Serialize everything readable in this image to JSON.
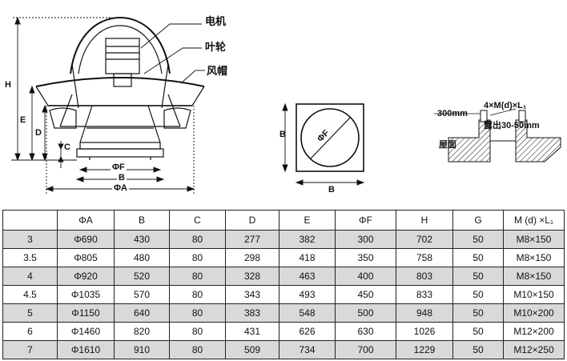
{
  "labels": {
    "motor": "电机",
    "impeller": "叶轮",
    "hood": "风帽",
    "H": "H",
    "E": "E",
    "D": "D",
    "C": "C",
    "PhiF": "ΦF",
    "B_front": "B",
    "PhiA": "ΦA",
    "B_side": "B",
    "B_bottom": "B",
    "PhiF_top": "ΦF",
    "bolt": "4×M(d)×L₁",
    "mm300": "300mm",
    "expose": "露出30-50mm",
    "roof": "屋面"
  },
  "table": {
    "headers": [
      "",
      "ΦA",
      "B",
      "C",
      "D",
      "E",
      "ΦF",
      "H",
      "G",
      "M (d) ×L₁"
    ],
    "rows": [
      [
        "3",
        "Φ690",
        "430",
        "80",
        "277",
        "382",
        "300",
        "702",
        "50",
        "M8×150"
      ],
      [
        "3.5",
        "Φ805",
        "480",
        "80",
        "298",
        "418",
        "350",
        "758",
        "50",
        "M8×150"
      ],
      [
        "4",
        "Φ920",
        "520",
        "80",
        "328",
        "463",
        "400",
        "803",
        "50",
        "M8×150"
      ],
      [
        "4.5",
        "Φ1035",
        "570",
        "80",
        "343",
        "493",
        "450",
        "833",
        "50",
        "M10×150"
      ],
      [
        "5",
        "Φ1150",
        "640",
        "80",
        "383",
        "548",
        "500",
        "948",
        "50",
        "M10×200"
      ],
      [
        "6",
        "Φ1460",
        "820",
        "80",
        "431",
        "626",
        "630",
        "1026",
        "50",
        "M12×200"
      ],
      [
        "7",
        "Φ1610",
        "910",
        "80",
        "509",
        "734",
        "700",
        "1229",
        "50",
        "M12×250"
      ]
    ]
  }
}
